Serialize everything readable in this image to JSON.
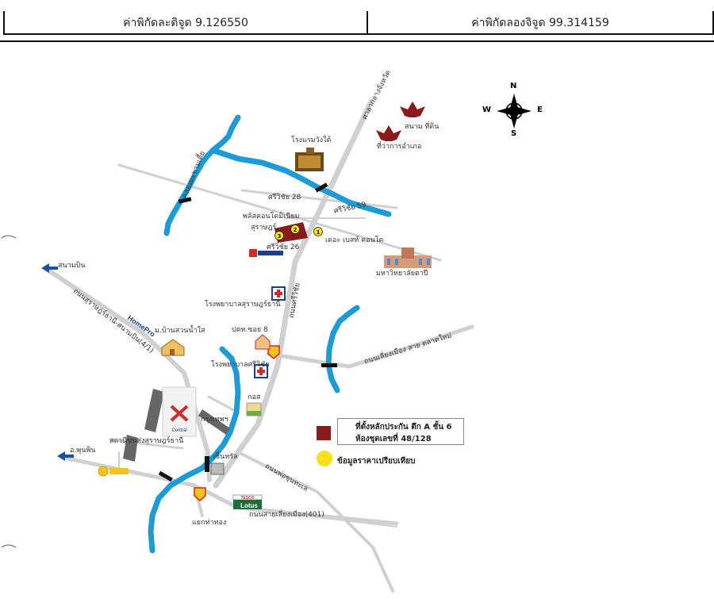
{
  "header": {
    "latitude_label": "ค่าพิกัดละติจูด 9.126550",
    "longitude_label": "ค่าพิกัดลองจิจูด 99.314159"
  },
  "compass": {
    "n": "N",
    "s": "S",
    "e": "E",
    "w": "W"
  },
  "labels": {
    "hotel_wangtai": "โรงแรมวังใต้",
    "city_hall": "ศาลากลางจังหวัด",
    "sanam_din": "สนาม ที่ดิน",
    "district_office": "ที่ว่าการอำเภอ",
    "khlong": "คลองมะขามเตี้ย",
    "sriwichai28": "ศรีวิชัย 28",
    "sriwichai59": "ศรีวิชัย 59",
    "condo": "พลัสคอนโดมิเนียม",
    "surat": "สุราษฎร์",
    "sriwichai26": "ศรีวิชัย 26",
    "the_base": "เดอะ เบสท์ คอนโด",
    "university": "มหาวิทยาลัยตาปี",
    "sriwichai_road": "ถนนศรีวิชัย",
    "surat_hospital": "โรงพยาบาลสุราษฎร์ธานี",
    "airport": "สนามบิน",
    "airport_road": "ถนนสุราษฎร์ธานี-สนามบิน(4/1)",
    "namsai": "ม.บ้านสวนน้ำใส",
    "ptt8": "ปตท.ซอย 8",
    "sriwichai_hospital": "โรงพยาบาลศรีวิชัย",
    "bypass": "ถนนเลี่ยงเมือง สาย ตลาดใหม่",
    "gos": "กอส",
    "bus_terminal": "สถานีขนส่งสุราษฎร์ธานี",
    "bangkok": "กรุงเทพฯ",
    "khuntham": "ถนนพ่อขุนทะเล",
    "phunphin": "อ.พุนพิน",
    "center": "เซ็นทรัล",
    "tesco": "TESCO Lotus",
    "bypass401": "ถนนสายเลี่ยงเมือง(401)",
    "intersection": "แยกท่าทอง",
    "homepro": "HomePro",
    "central": "Central",
    "tesco_top": "TESCO",
    "lotus": "Lotus"
  },
  "markers": [
    "1",
    "2",
    "3"
  ],
  "legend": {
    "subject_line1": "ที่ตั้งหลักประกัน ตึก A ชั้น 6",
    "subject_line2": "ห้องชุดเลขที่ 48/128",
    "comparables": "ข้อมูลราคาเปรียบเทียบ"
  },
  "colors": {
    "road": "#d0d0d0",
    "river": "#1b9bd7",
    "subject": "#8b1a1a",
    "comparable": "#f5e11a"
  }
}
